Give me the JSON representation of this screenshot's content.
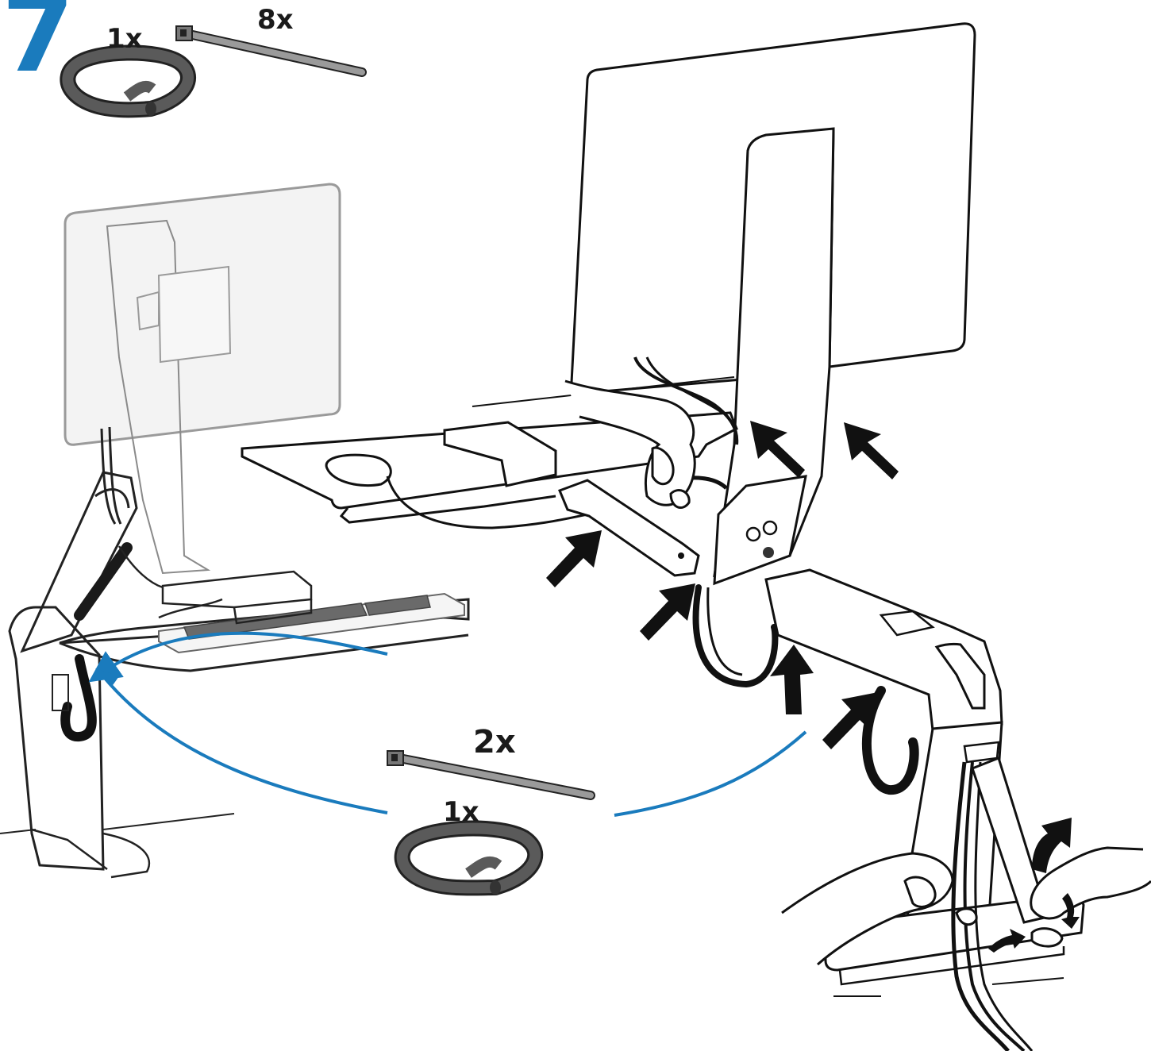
{
  "step": {
    "number": "7",
    "color": "#1a7bbd"
  },
  "parts_top": {
    "sleeve_qty": "1x",
    "tie_qty": "8x"
  },
  "parts_callout": {
    "tie_qty": "2x",
    "sleeve_qty": "1x"
  },
  "icons": [
    "cable-sleeve-icon",
    "cable-tie-icon",
    "arrow-icon",
    "hand-icon"
  ],
  "colors": {
    "callout_line": "#1a7bbd",
    "part_fill": "#555555",
    "line": "#1a1a1a"
  }
}
